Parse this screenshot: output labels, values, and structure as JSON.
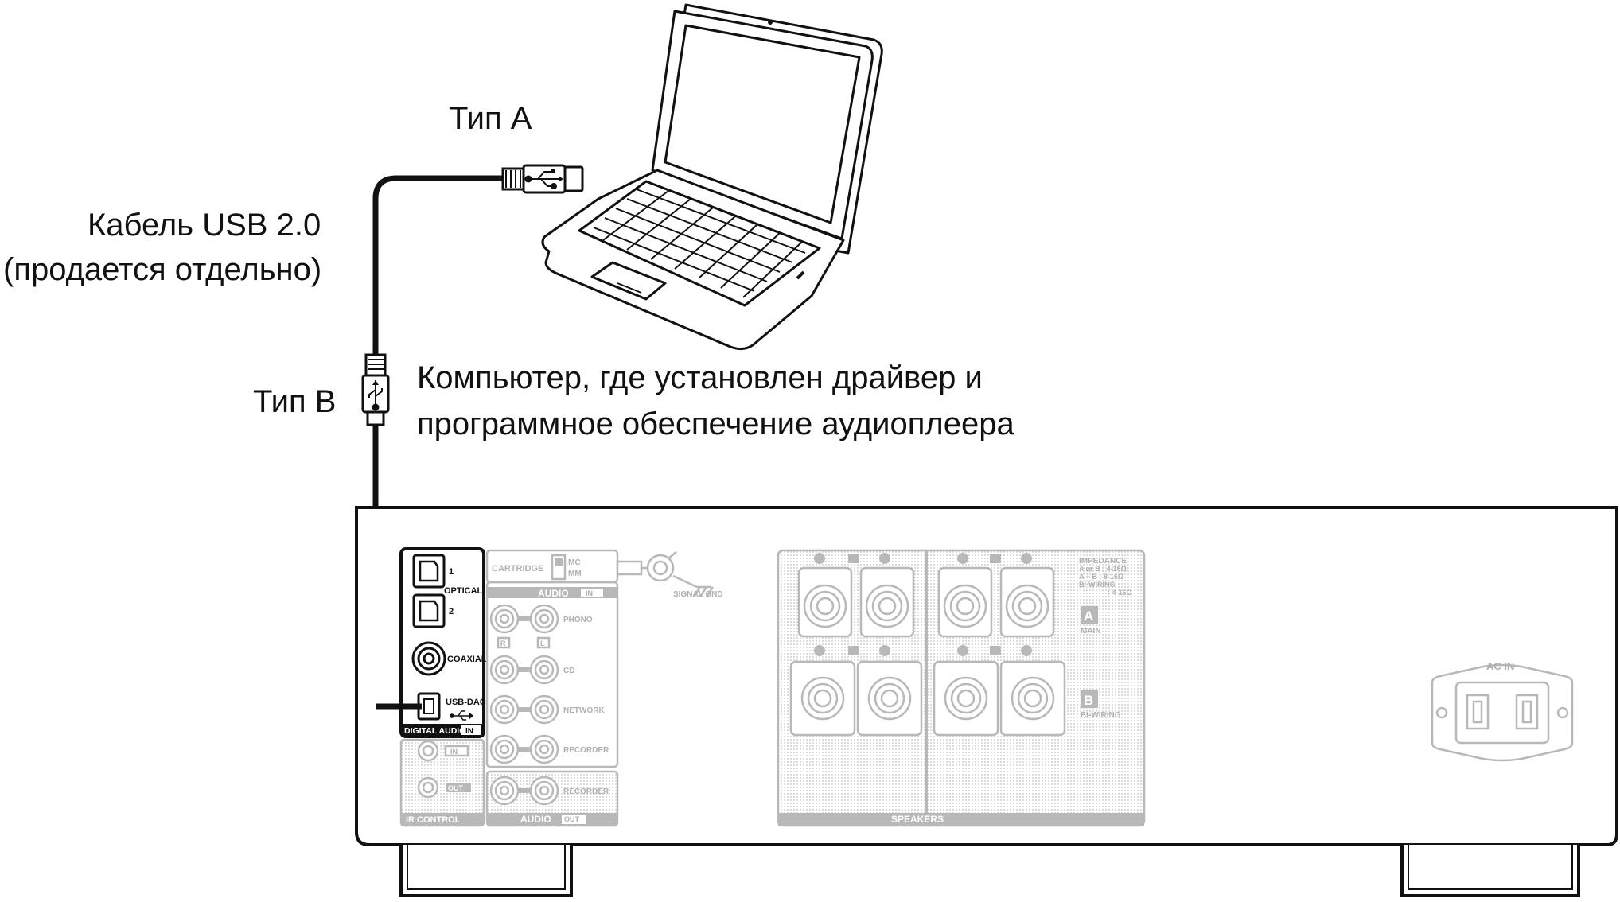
{
  "labels": {
    "type_a": "Тип A",
    "type_b": "Тип B",
    "cable_line1": "Кабель USB 2.0",
    "cable_line2": "(продается отдельно)",
    "computer_line1": "Компьютер, где установлен драйвер и",
    "computer_line2": "программное обеспечение аудиоплеера"
  },
  "panel": {
    "optical_1": "1",
    "optical": "OPTICAL",
    "optical_2": "2",
    "coaxial": "COAXIAL",
    "usb_dac": "USB-DAC",
    "digital_audio": "DIGITAL AUDIO",
    "in": "IN",
    "cartridge": "CARTRIDGE",
    "mc": "MC",
    "mm": "MM",
    "audio": "AUDIO",
    "audio_in": "IN",
    "phono": "PHONO",
    "r": "R",
    "l": "L",
    "cd": "CD",
    "network": "NETWORK",
    "recorder": "RECORDER",
    "recorder_out": "RECORDER",
    "ir_in": "IN",
    "ir_out": "OUT",
    "ir_control": "IR CONTROL",
    "audio_out_label": "AUDIO",
    "audio_out": "OUT",
    "signal_gnd": "SIGNAL GND",
    "impedance": "IMPEDANCE",
    "imp_a_or_b": "A or B : 4-16Ω",
    "imp_a_and_b": "A + B : 8-16Ω",
    "imp_biwiring": "BI-WIRING",
    "imp_biwiring_val": ": 4-16Ω",
    "spk_a": "A",
    "main": "MAIN",
    "spk_b": "B",
    "bi_wiring": "BI-WIRING",
    "speakers": "SPEAKERS",
    "ac_in": "AC IN"
  },
  "colors": {
    "line": "#111111",
    "faded": "#b8b8b8",
    "panel_dark": "#1a1a1a"
  },
  "icons": [
    "laptop-icon",
    "usb-type-a-plug-icon",
    "usb-type-b-plug-icon",
    "usb-symbol-icon",
    "ground-icon"
  ]
}
